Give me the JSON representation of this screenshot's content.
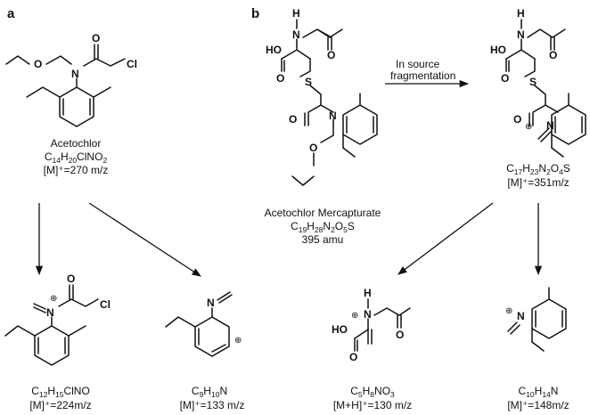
{
  "panels": {
    "a": "a",
    "b": "b"
  },
  "atoms": {
    "O": "O",
    "N": "N",
    "Cl": "Cl",
    "S": "S",
    "H": "H",
    "HO": "HO",
    "plus": "⊕"
  },
  "arrow_label": {
    "line1": "In source",
    "line2": "fragmentation"
  },
  "acetochlor": {
    "name": "Acetochlor",
    "formula": [
      [
        "C",
        ""
      ],
      [
        "14",
        true
      ],
      [
        "H",
        ""
      ],
      [
        "20",
        true
      ],
      [
        "ClNO",
        ""
      ],
      [
        "2",
        true
      ]
    ],
    "mass": "[M]⁺=270 m/z"
  },
  "frag_a1": {
    "formula": [
      [
        "C",
        ""
      ],
      [
        "12",
        true
      ],
      [
        "H",
        ""
      ],
      [
        "15",
        true
      ],
      [
        "ClNO",
        ""
      ]
    ],
    "mass": "[M]⁺=224m/z"
  },
  "frag_a2": {
    "formula": [
      [
        "C",
        ""
      ],
      [
        "9",
        true
      ],
      [
        "H",
        ""
      ],
      [
        "10",
        true
      ],
      [
        "N",
        ""
      ]
    ],
    "mass": "[M]⁺=133 m/z"
  },
  "mercapturate": {
    "name": "Acetochlor Mercapturate",
    "formula": [
      [
        "C",
        ""
      ],
      [
        "19",
        true
      ],
      [
        "H",
        ""
      ],
      [
        "28",
        true
      ],
      [
        "N",
        ""
      ],
      [
        "2",
        true
      ],
      [
        "O",
        ""
      ],
      [
        "5",
        true
      ],
      [
        "S",
        ""
      ]
    ],
    "mass": "395 amu"
  },
  "frag_b_top": {
    "formula": [
      [
        "C",
        ""
      ],
      [
        "17",
        true
      ],
      [
        "H",
        ""
      ],
      [
        "23",
        true
      ],
      [
        "N",
        ""
      ],
      [
        "2",
        true
      ],
      [
        "O",
        ""
      ],
      [
        "4",
        true
      ],
      [
        "S",
        ""
      ]
    ],
    "mass": "[M]⁺=351m/z"
  },
  "frag_b1": {
    "formula": [
      [
        "C",
        ""
      ],
      [
        "5",
        true
      ],
      [
        "H",
        ""
      ],
      [
        "8",
        true
      ],
      [
        "NO",
        ""
      ],
      [
        "3",
        true
      ]
    ],
    "mass": "[M+H]⁺=130 m/z"
  },
  "frag_b2": {
    "formula": [
      [
        "C",
        ""
      ],
      [
        "10",
        true
      ],
      [
        "H",
        ""
      ],
      [
        "14",
        true
      ],
      [
        "N",
        ""
      ]
    ],
    "mass": "[M]⁺=148m/z"
  }
}
